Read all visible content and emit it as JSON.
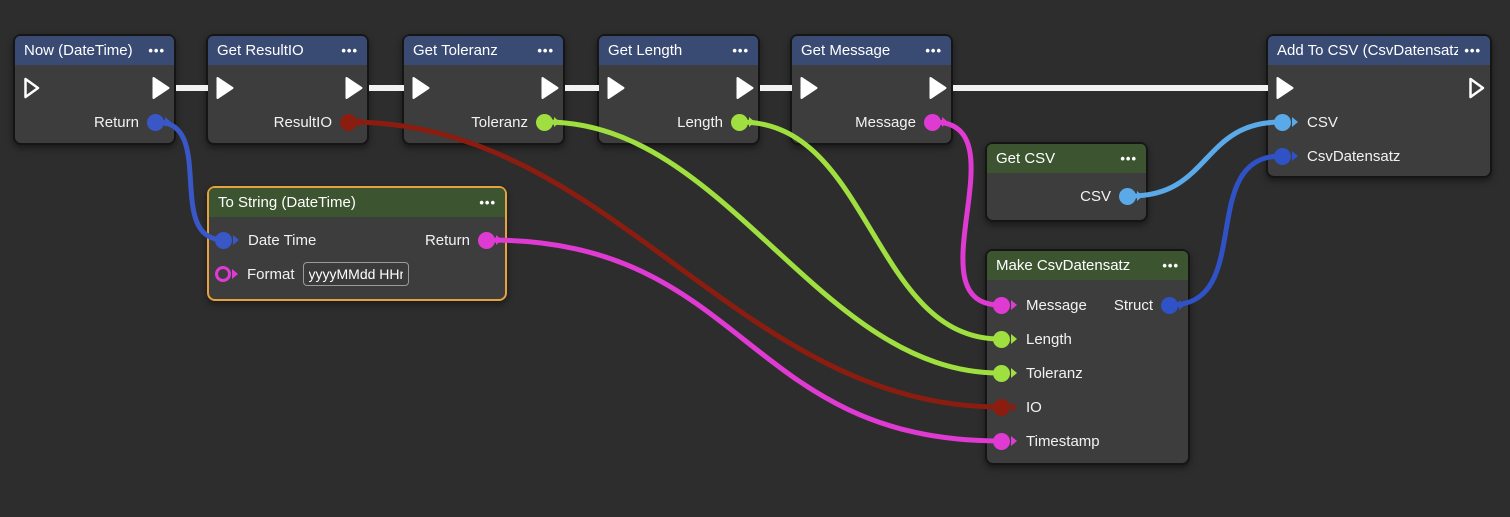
{
  "ui": {
    "menu_dots": "•••"
  },
  "colors": {
    "canvas_bg": "#2d2d2d",
    "node_body": "#3d3d3d",
    "header_blue": "#394a73",
    "header_green": "#3c5530",
    "selection_orange": "#e6a23c",
    "exec_white": "#f2f2f2",
    "type_datetime_blue": "#3a57c8",
    "type_struct_blue": "#2f52c6",
    "type_csv_lightblue": "#5aa9e8",
    "type_io_darkred": "#8b1d10",
    "type_number_green": "#9fdf3f",
    "type_string_magenta": "#df3bd3"
  },
  "nodes": {
    "now": {
      "title": "Now (DateTime)",
      "outputs": {
        "return": "Return"
      }
    },
    "get_resultio": {
      "title": "Get ResultIO",
      "outputs": {
        "resultio": "ResultIO"
      }
    },
    "get_toleranz": {
      "title": "Get Toleranz",
      "outputs": {
        "toleranz": "Toleranz"
      }
    },
    "get_length": {
      "title": "Get Length",
      "outputs": {
        "length": "Length"
      }
    },
    "get_message": {
      "title": "Get Message",
      "outputs": {
        "message": "Message"
      }
    },
    "add_to_csv": {
      "title": "Add To CSV (CsvDatensatz)",
      "inputs": {
        "csv": "CSV",
        "csvdatensatz": "CsvDatensatz"
      }
    },
    "get_csv": {
      "title": "Get CSV",
      "outputs": {
        "csv": "CSV"
      }
    },
    "to_string": {
      "title": "To String (DateTime)",
      "selected": true,
      "inputs": {
        "date_time": "Date Time",
        "format": "Format"
      },
      "format_field": {
        "value": "yyyyMMdd HHmm"
      },
      "outputs": {
        "return": "Return"
      }
    },
    "make_csvdatensatz": {
      "title": "Make CsvDatensatz",
      "inputs": {
        "message": "Message",
        "length": "Length",
        "toleranz": "Toleranz",
        "io": "IO",
        "timestamp": "Timestamp"
      },
      "outputs": {
        "struct": "Struct"
      }
    }
  },
  "wires": [
    {
      "from": "Now (DateTime).exec-out",
      "to": "Get ResultIO.exec-in",
      "type": "exec"
    },
    {
      "from": "Get ResultIO.exec-out",
      "to": "Get Toleranz.exec-in",
      "type": "exec"
    },
    {
      "from": "Get Toleranz.exec-out",
      "to": "Get Length.exec-in",
      "type": "exec"
    },
    {
      "from": "Get Length.exec-out",
      "to": "Get Message.exec-in",
      "type": "exec"
    },
    {
      "from": "Get Message.exec-out",
      "to": "Add To CSV (CsvDatensatz).exec-in",
      "type": "exec"
    },
    {
      "from": "Now (DateTime).Return",
      "to": "To String (DateTime).Date Time",
      "type": "data",
      "color": "#3a57c8"
    },
    {
      "from": "Get ResultIO.ResultIO",
      "to": "Make CsvDatensatz.IO",
      "type": "data",
      "color": "#8b1d10"
    },
    {
      "from": "Get Toleranz.Toleranz",
      "to": "Make CsvDatensatz.Toleranz",
      "type": "data",
      "color": "#9fdf3f"
    },
    {
      "from": "Get Length.Length",
      "to": "Make CsvDatensatz.Length",
      "type": "data",
      "color": "#9fdf3f"
    },
    {
      "from": "Get Message.Message",
      "to": "Make CsvDatensatz.Message",
      "type": "data",
      "color": "#df3bd3"
    },
    {
      "from": "To String (DateTime).Return",
      "to": "Make CsvDatensatz.Timestamp",
      "type": "data",
      "color": "#df3bd3"
    },
    {
      "from": "Get CSV.CSV",
      "to": "Add To CSV (CsvDatensatz).CSV",
      "type": "data",
      "color": "#5aa9e8"
    },
    {
      "from": "Make CsvDatensatz.Struct",
      "to": "Add To CSV (CsvDatensatz).CsvDatensatz",
      "type": "data",
      "color": "#2f52c6"
    }
  ]
}
